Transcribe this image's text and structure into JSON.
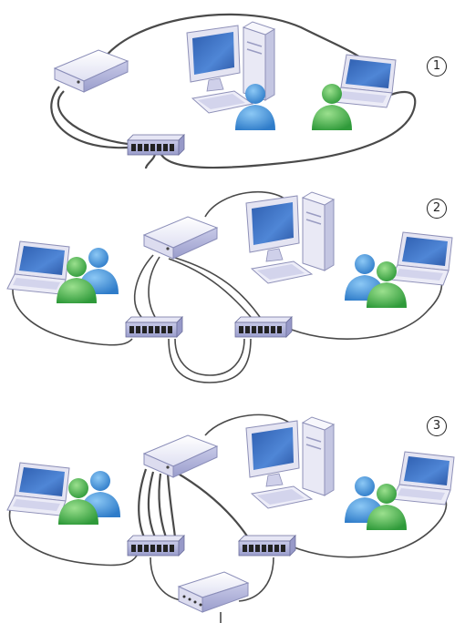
{
  "scenarios": [
    {
      "label": "1"
    },
    {
      "label": "2"
    },
    {
      "label": "3"
    }
  ],
  "colors": {
    "cable": "#4a4a4a",
    "device_light": "#f2f2fa",
    "device_mid": "#c9cae6",
    "device_dark": "#8c8fbf",
    "screen": "#3d6fbf",
    "person_blue": "#3a8fd9",
    "person_green": "#48b04a"
  },
  "icons": [
    "router-icon",
    "switch-icon",
    "desktop-computer-icon",
    "laptop-icon",
    "user-icon",
    "hub-icon"
  ]
}
